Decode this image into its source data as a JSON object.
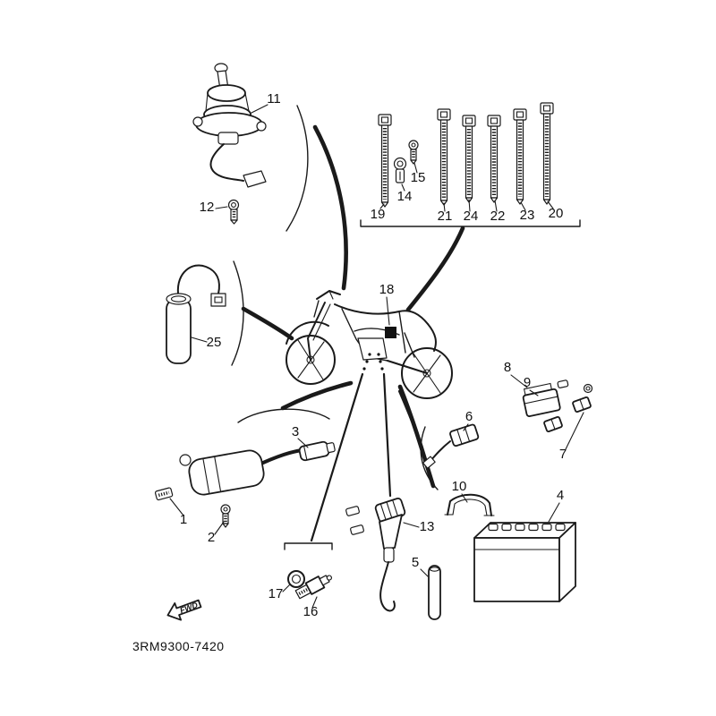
{
  "diagram": {
    "code": "3RM9300-7420",
    "fwd_label": "FWD"
  },
  "callouts": {
    "c1": "1",
    "c2": "2",
    "c3": "3",
    "c4": "4",
    "c5": "5",
    "c6": "6",
    "c7": "7",
    "c8": "8",
    "c9": "9",
    "c10": "10",
    "c11": "11",
    "c12": "12",
    "c13": "13",
    "c14": "14",
    "c15": "15",
    "c16": "16",
    "c17": "17",
    "c18": "18",
    "c19": "19",
    "c20": "20",
    "c21": "21",
    "c22": "22",
    "c23": "23",
    "c24": "24",
    "c25": "25"
  }
}
